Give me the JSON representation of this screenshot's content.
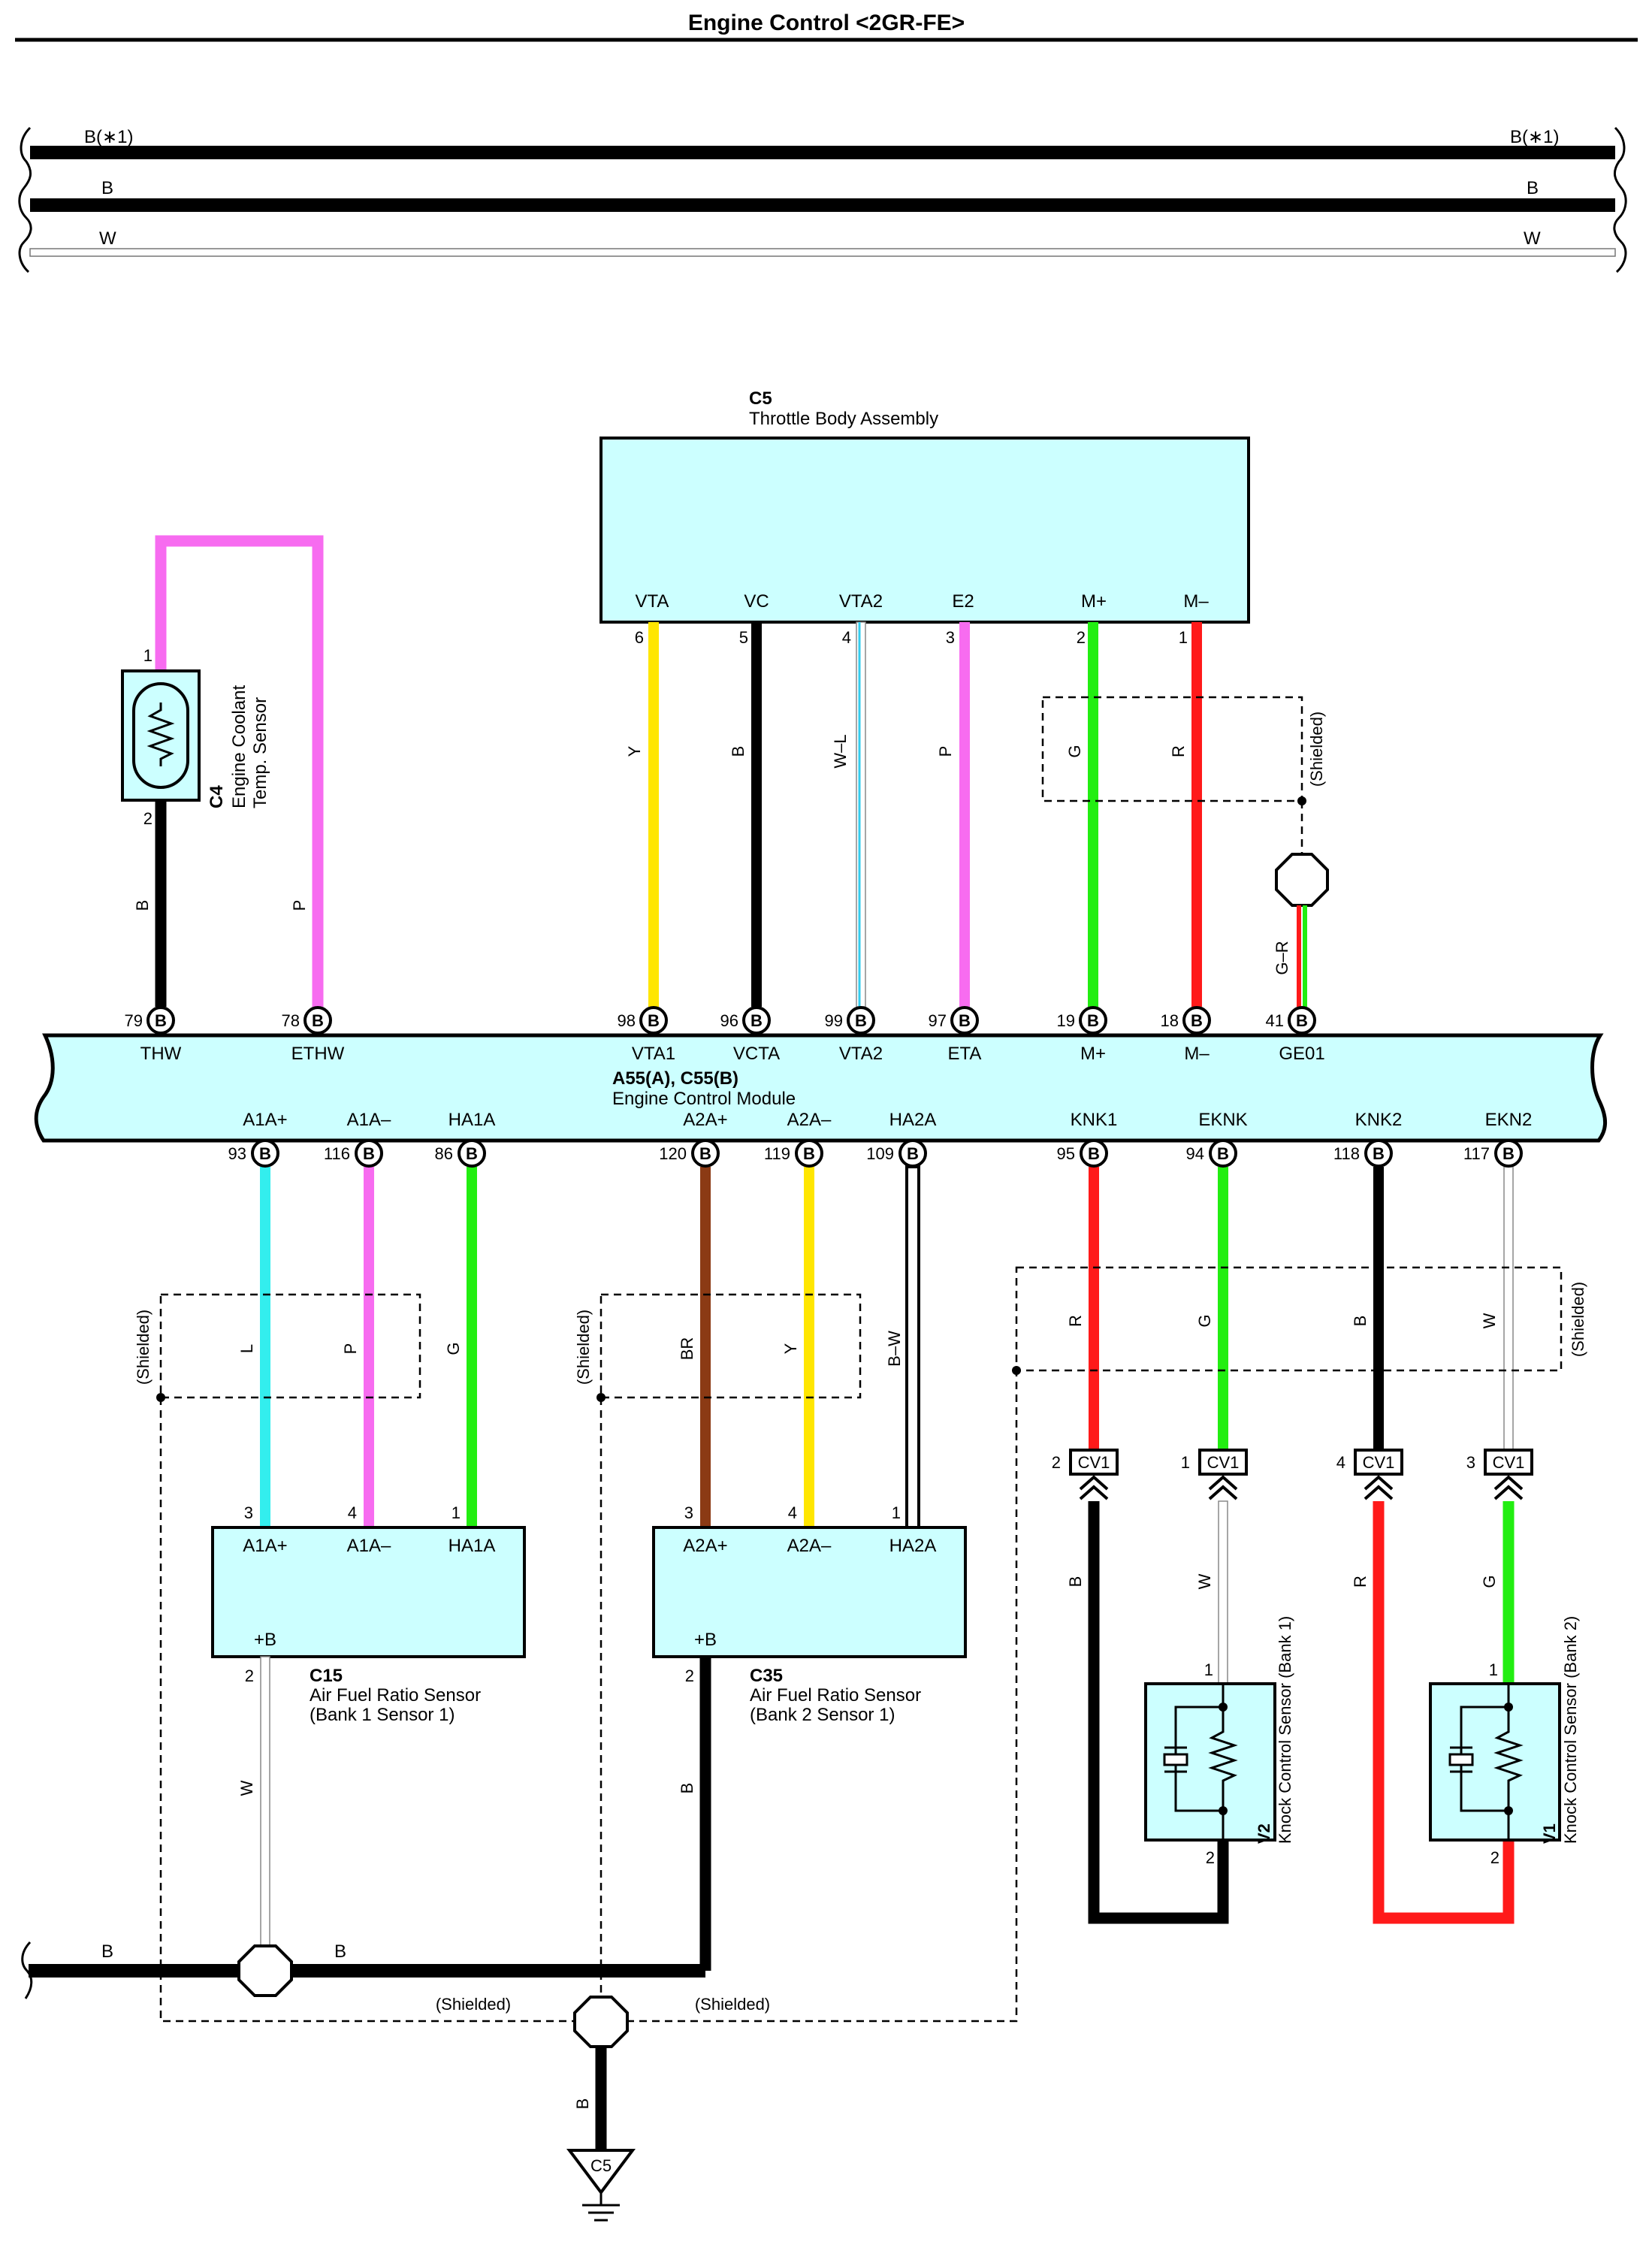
{
  "title": "Engine Control <2GR-FE>",
  "top_bus": {
    "lines": [
      {
        "left_label": "B(∗1)",
        "right_label": "B(∗1)",
        "color": "#000000"
      },
      {
        "left_label": "B",
        "right_label": "B",
        "color": "#000000"
      },
      {
        "left_label": "W",
        "right_label": "W",
        "color": "#ffffff"
      }
    ]
  },
  "colors": {
    "box_fill": "#ccffff",
    "Y": "#ffe600",
    "B": "#000000",
    "P": "#f76cf0",
    "G": "#22ee11",
    "R": "#ff1a1a",
    "L": "#33eeee",
    "BR": "#8b3a14",
    "W": "#ffffff"
  },
  "components": {
    "throttle": {
      "code": "C5",
      "name": "Throttle Body Assembly"
    },
    "ecm": {
      "code": "A55(A), C55(B)",
      "name": "Engine Control Module"
    },
    "coolant": {
      "code": "C4",
      "name1": "Engine Coolant",
      "name2": "Temp. Sensor"
    },
    "af1": {
      "code": "C15",
      "name1": "Air Fuel Ratio Sensor",
      "name2": "(Bank 1 Sensor 1)"
    },
    "af2": {
      "code": "C35",
      "name1": "Air Fuel Ratio Sensor",
      "name2": "(Bank 2 Sensor 1)"
    },
    "knock2": {
      "code": "V2",
      "name": "Knock Control Sensor (Bank 1)"
    },
    "knock1": {
      "code": "V1",
      "name": "Knock Control Sensor (Bank 2)"
    },
    "ground": {
      "code": "C5"
    }
  },
  "throttle_pins": [
    {
      "name": "VTA",
      "num": "6",
      "wire": "Y"
    },
    {
      "name": "VC",
      "num": "5",
      "wire": "B"
    },
    {
      "name": "VTA2",
      "num": "4",
      "wire": "W–L"
    },
    {
      "name": "E2",
      "num": "3",
      "wire": "P"
    },
    {
      "name": "M+",
      "num": "2",
      "wire": "G"
    },
    {
      "name": "M–",
      "num": "1",
      "wire": "R"
    }
  ],
  "ecm_top_pins": [
    {
      "num": "79",
      "conn": "B",
      "name": "THW"
    },
    {
      "num": "78",
      "conn": "B",
      "name": "ETHW"
    },
    {
      "num": "98",
      "conn": "B",
      "name": "VTA1"
    },
    {
      "num": "96",
      "conn": "B",
      "name": "VCTA"
    },
    {
      "num": "99",
      "conn": "B",
      "name": "VTA2"
    },
    {
      "num": "97",
      "conn": "B",
      "name": "ETA"
    },
    {
      "num": "19",
      "conn": "B",
      "name": "M+"
    },
    {
      "num": "18",
      "conn": "B",
      "name": "M–"
    },
    {
      "num": "41",
      "conn": "B",
      "name": "GE01"
    }
  ],
  "ecm_bottom_pins": [
    {
      "num": "93",
      "conn": "B",
      "name": "A1A+"
    },
    {
      "num": "116",
      "conn": "B",
      "name": "A1A–"
    },
    {
      "num": "86",
      "conn": "B",
      "name": "HA1A"
    },
    {
      "num": "120",
      "conn": "B",
      "name": "A2A+"
    },
    {
      "num": "119",
      "conn": "B",
      "name": "A2A–"
    },
    {
      "num": "109",
      "conn": "B",
      "name": "HA2A"
    },
    {
      "num": "95",
      "conn": "B",
      "name": "KNK1"
    },
    {
      "num": "94",
      "conn": "B",
      "name": "EKNK"
    },
    {
      "num": "118",
      "conn": "B",
      "name": "KNK2"
    },
    {
      "num": "117",
      "conn": "B",
      "name": "EKN2"
    }
  ],
  "coolant_pins": {
    "pin1": "1",
    "pin2": "2",
    "wire_out": "B",
    "wire_in": "P"
  },
  "gnd_wire": "G–R",
  "shield_label": "(Shielded)",
  "af1_pins": {
    "top": [
      {
        "name": "A1A+",
        "num": "3",
        "wire": "L"
      },
      {
        "name": "A1A–",
        "num": "4",
        "wire": "P"
      },
      {
        "name": "HA1A",
        "num": "1",
        "wire": "G"
      }
    ],
    "b": {
      "name": "+B",
      "num": "2",
      "wire": "W"
    }
  },
  "af2_pins": {
    "top": [
      {
        "name": "A2A+",
        "num": "3",
        "wire": "BR"
      },
      {
        "name": "A2A–",
        "num": "4",
        "wire": "Y"
      },
      {
        "name": "HA2A",
        "num": "1",
        "wire": "B–W"
      }
    ],
    "b": {
      "name": "+B",
      "num": "2",
      "wire": "B"
    }
  },
  "knock_wires": [
    {
      "upper": "R",
      "conn": "CV1",
      "num": "2",
      "lower": "B"
    },
    {
      "upper": "G",
      "conn": "CV1",
      "num": "1",
      "lower": "W"
    },
    {
      "upper": "B",
      "conn": "CV1",
      "num": "4",
      "lower": "R"
    },
    {
      "upper": "W",
      "conn": "CV1",
      "num": "3",
      "lower": "G"
    }
  ],
  "knock_pins": {
    "p1": "1",
    "p2": "2"
  },
  "bottom_bus": {
    "left": "B",
    "mid": "B",
    "ground_wire": "B"
  }
}
